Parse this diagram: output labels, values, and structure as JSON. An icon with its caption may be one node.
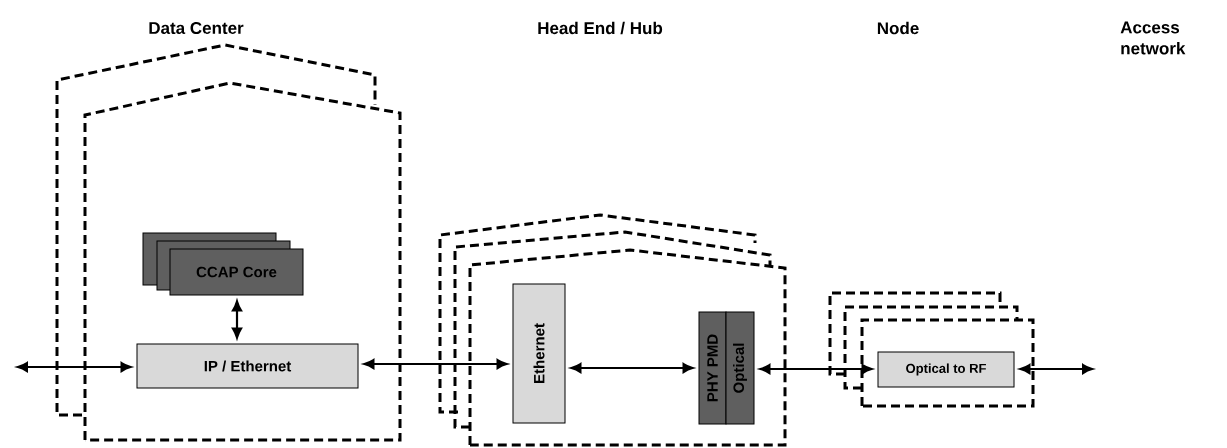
{
  "diagram": {
    "nodes": [
      {
        "text": [
          "CCAP Core"
        ]
      },
      {
        "text": [
          "IP / Ethernet"
        ]
      },
      {
        "text": [
          "Ethernet"
        ]
      },
      {
        "text": [
          "PHY PMD"
        ]
      },
      {
        "text": [
          "Optical"
        ]
      },
      {
        "text": [
          "Optical to RF"
        ]
      }
    ],
    "edges": [
      {
        "from": null,
        "to": 1,
        "arrow": "both"
      },
      {
        "from": 0,
        "to": 1,
        "arrow": "both"
      },
      {
        "from": 1,
        "to": 2,
        "arrow": "both"
      },
      {
        "from": 2,
        "to": 3,
        "arrow": "both"
      },
      {
        "from": 4,
        "to": 5,
        "arrow": "both"
      },
      {
        "from": 5,
        "to": null,
        "arrow": "both"
      }
    ],
    "labels": [
      "Data Center",
      "Head End / Hub",
      "Node",
      "Access network"
    ]
  }
}
